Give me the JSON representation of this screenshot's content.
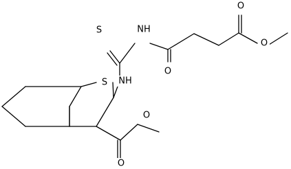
{
  "atoms": {
    "s_thioxo": "S",
    "nh_imide": "NH",
    "o_amide": "O",
    "o_ester_top_carbonyl": "O",
    "o_ester_top_ether": "O",
    "s_thiophene": "S",
    "nh_amine": "NH",
    "o_ester_bottom_ether": "O",
    "o_ester_bottom_carbonyl": "O"
  }
}
